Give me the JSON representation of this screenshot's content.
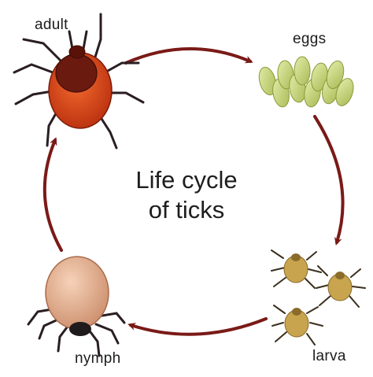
{
  "title": {
    "line1": "Life cycle",
    "line2": "of ticks"
  },
  "stages": {
    "adult": "adult",
    "eggs": "eggs",
    "larva": "larva",
    "nymph": "nymph"
  },
  "colors": {
    "arrow": "#7a1a17",
    "adult_body": "#d63a12",
    "adult_shield": "#6b1a10",
    "egg": "#c8d67a",
    "larva": "#c8a44e",
    "nymph_body": "#e8b89a",
    "legs": "#2a1e22"
  }
}
